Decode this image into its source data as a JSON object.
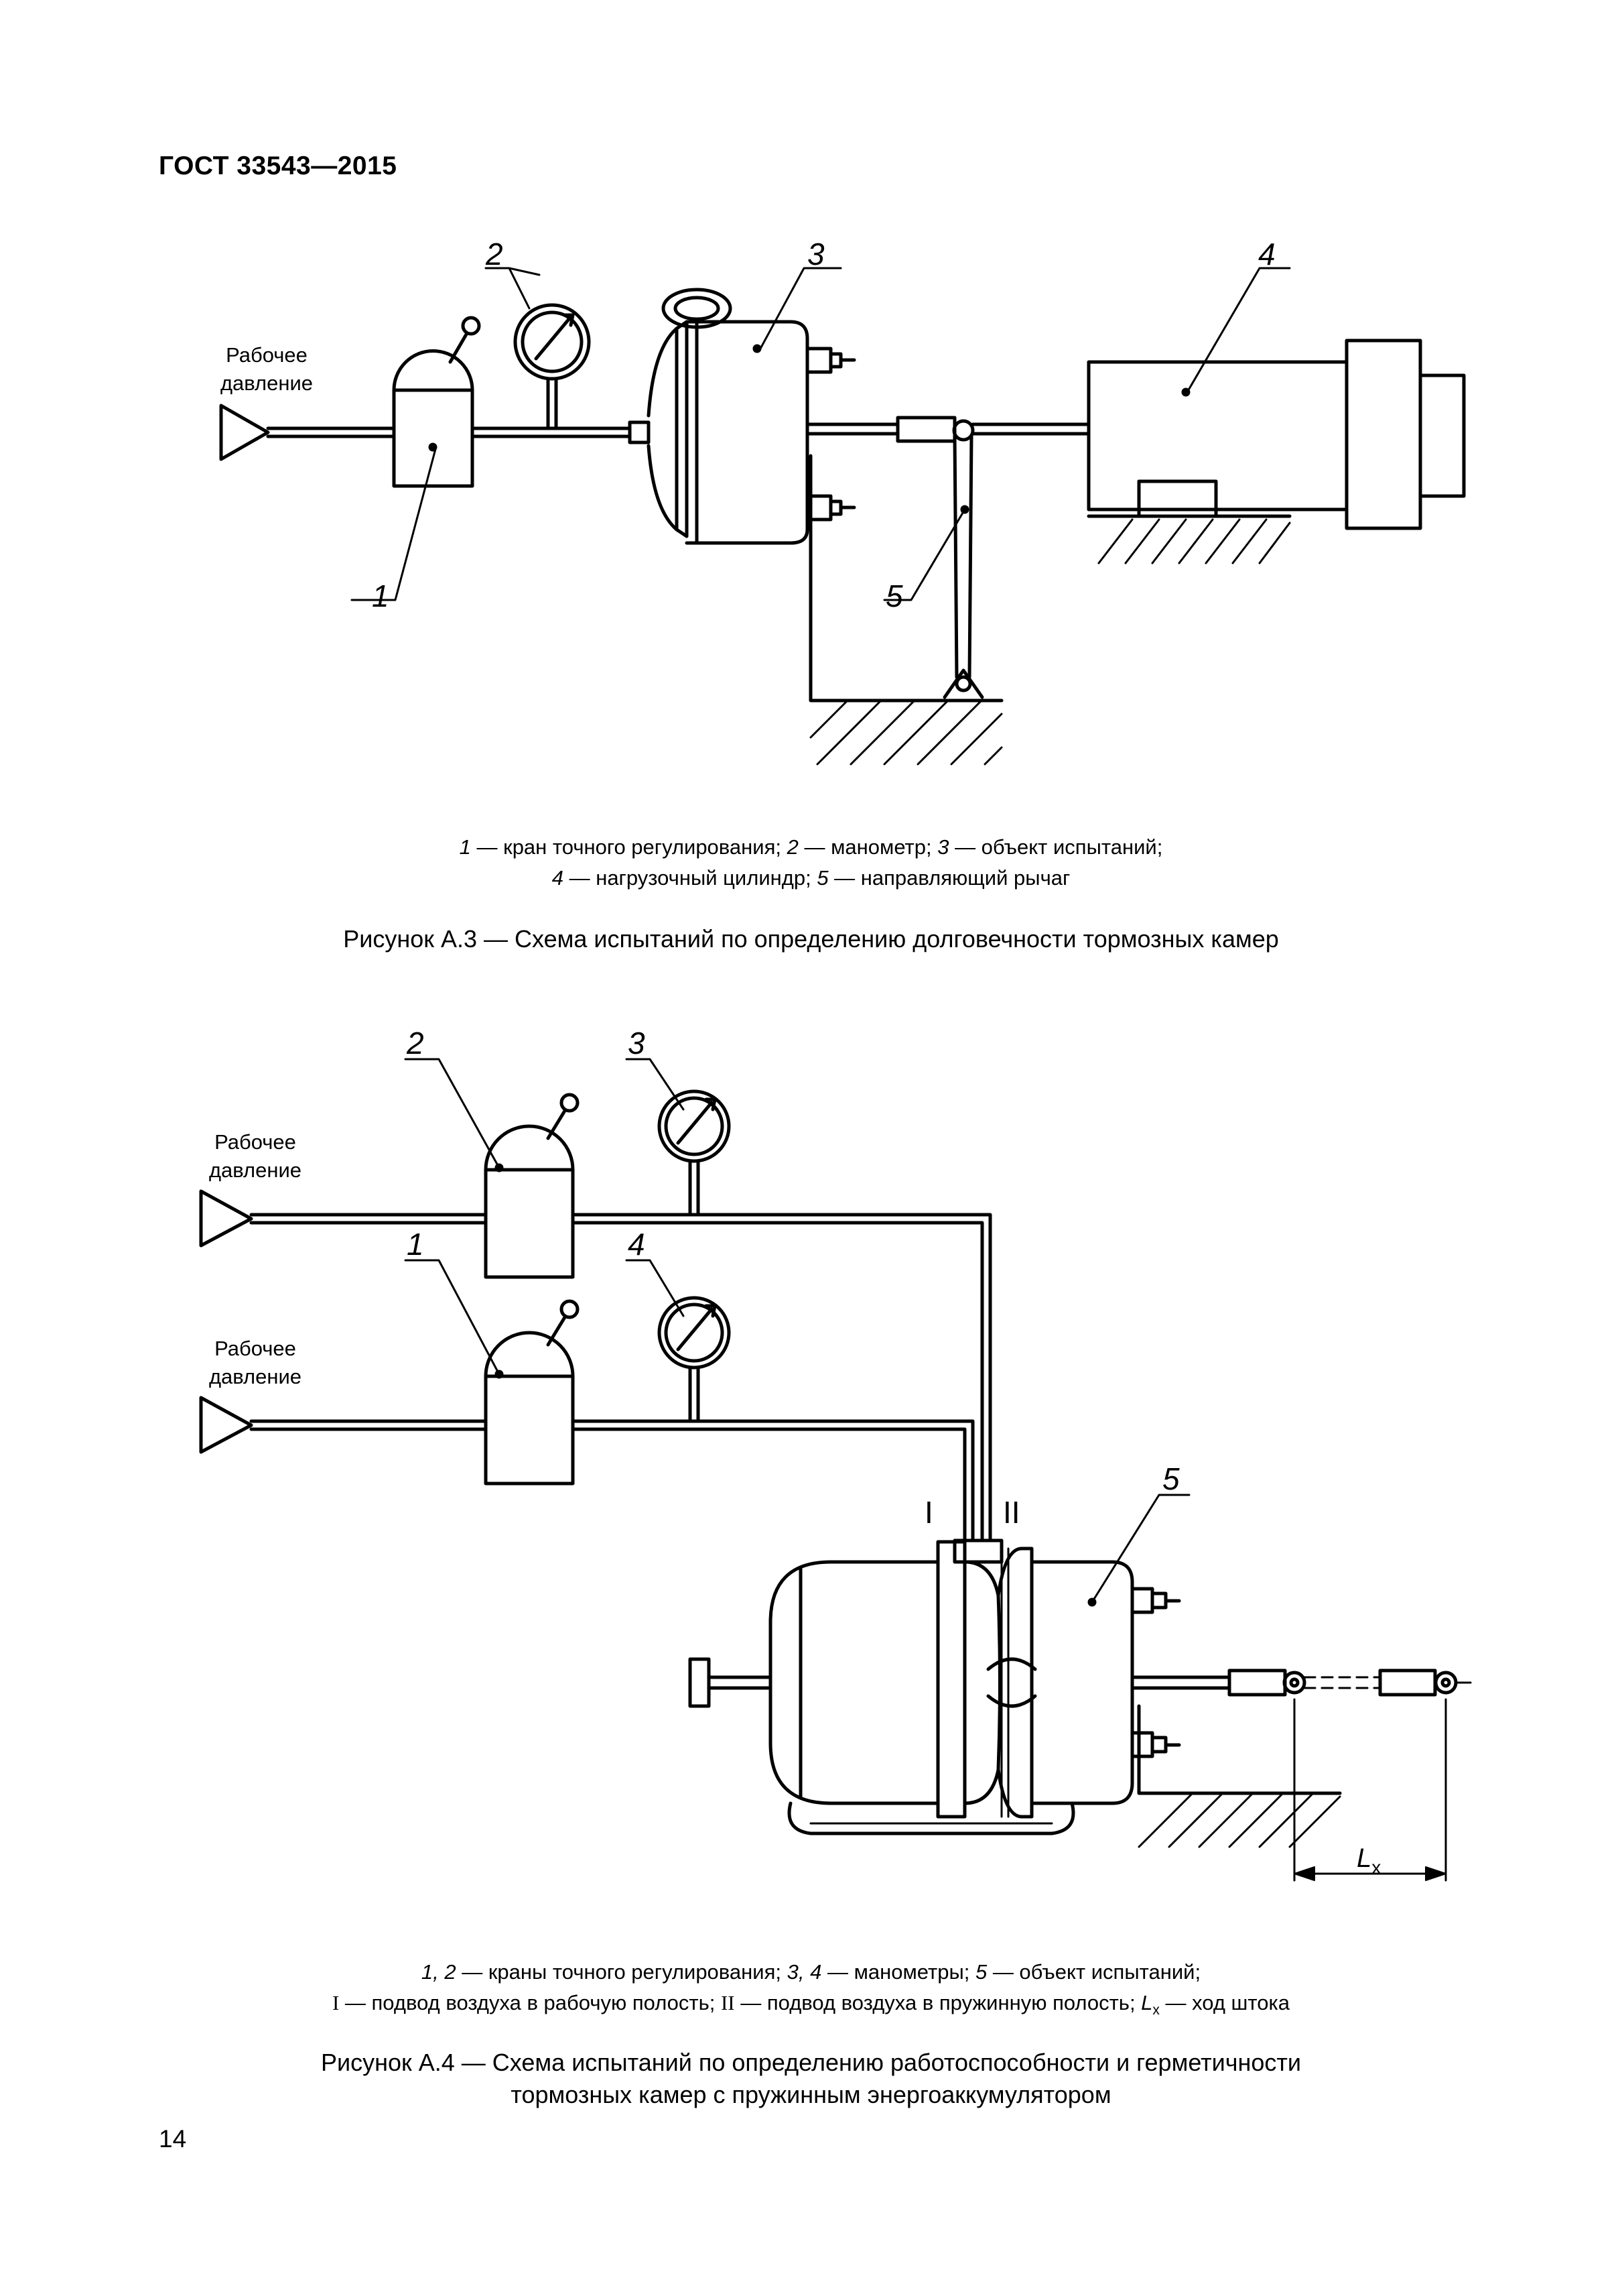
{
  "header": {
    "standard": "ГОСТ 33543—2015"
  },
  "page_number": "14",
  "figure_a3": {
    "input_label_line1": "Рабочее",
    "input_label_line2": "давление",
    "callouts": [
      "1",
      "2",
      "3",
      "4",
      "5"
    ],
    "legend_line1": [
      {
        "n": "1",
        "t": " — кран точного регулирования; "
      },
      {
        "n": "2",
        "t": " — манометр; "
      },
      {
        "n": "3",
        "t": " — объект испытаний;"
      }
    ],
    "legend_line2": [
      {
        "n": "4",
        "t": " — нагрузочный цилиндр; "
      },
      {
        "n": "5",
        "t": " — направляющий рычаг"
      }
    ],
    "caption": "Рисунок А.3  — Схема испытаний по определению долговечности тормозных камер"
  },
  "figure_a4": {
    "input_label_line1": "Рабочее",
    "input_label_line2": "давление",
    "callouts": [
      "2",
      "3",
      "1",
      "4",
      "5"
    ],
    "port_labels": [
      "I",
      "II"
    ],
    "stroke_label": "L",
    "stroke_subscript": "x",
    "legend_line1": {
      "n1": "1, 2",
      "t1": " — краны точного регулирования; ",
      "n2": "3, 4",
      "t2": " — манометры; ",
      "n3": "5",
      "t3": " — объект испытаний;"
    },
    "legend_line2": {
      "r1": "I",
      "t1": " — подвод воздуха в рабочую полость; ",
      "r2": "II",
      "t2": " — подвод воздуха в пружинную полость; ",
      "lx": "L",
      "lx_sub": "x",
      "t3": " — ход штока"
    },
    "caption_line1": "Рисунок А.4  — Схема испытаний по определению работоспособности и герметичности",
    "caption_line2": "тормозных камер с пружинным энергоаккумулятором"
  }
}
